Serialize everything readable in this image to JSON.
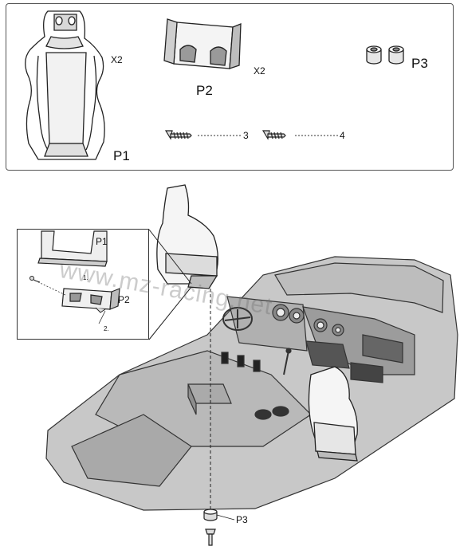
{
  "parts_panel": {
    "p1": {
      "label": "P1",
      "qty": "X2"
    },
    "p2": {
      "label": "P2",
      "qty": "X2"
    },
    "p3": {
      "label": "P3"
    },
    "screw_a_count": "3",
    "screw_b_count": "4"
  },
  "detail_inset": {
    "p1_label": "P1",
    "p2_label": "P2",
    "step1": "1.",
    "step2": "2."
  },
  "main_assembly": {
    "p3_label": "P3"
  },
  "watermark": "www.mz-racing.net",
  "colors": {
    "car_body": "#c8c8c8",
    "car_shadow": "#a9a9a9",
    "line": "#222222",
    "panel_border": "#555555"
  }
}
